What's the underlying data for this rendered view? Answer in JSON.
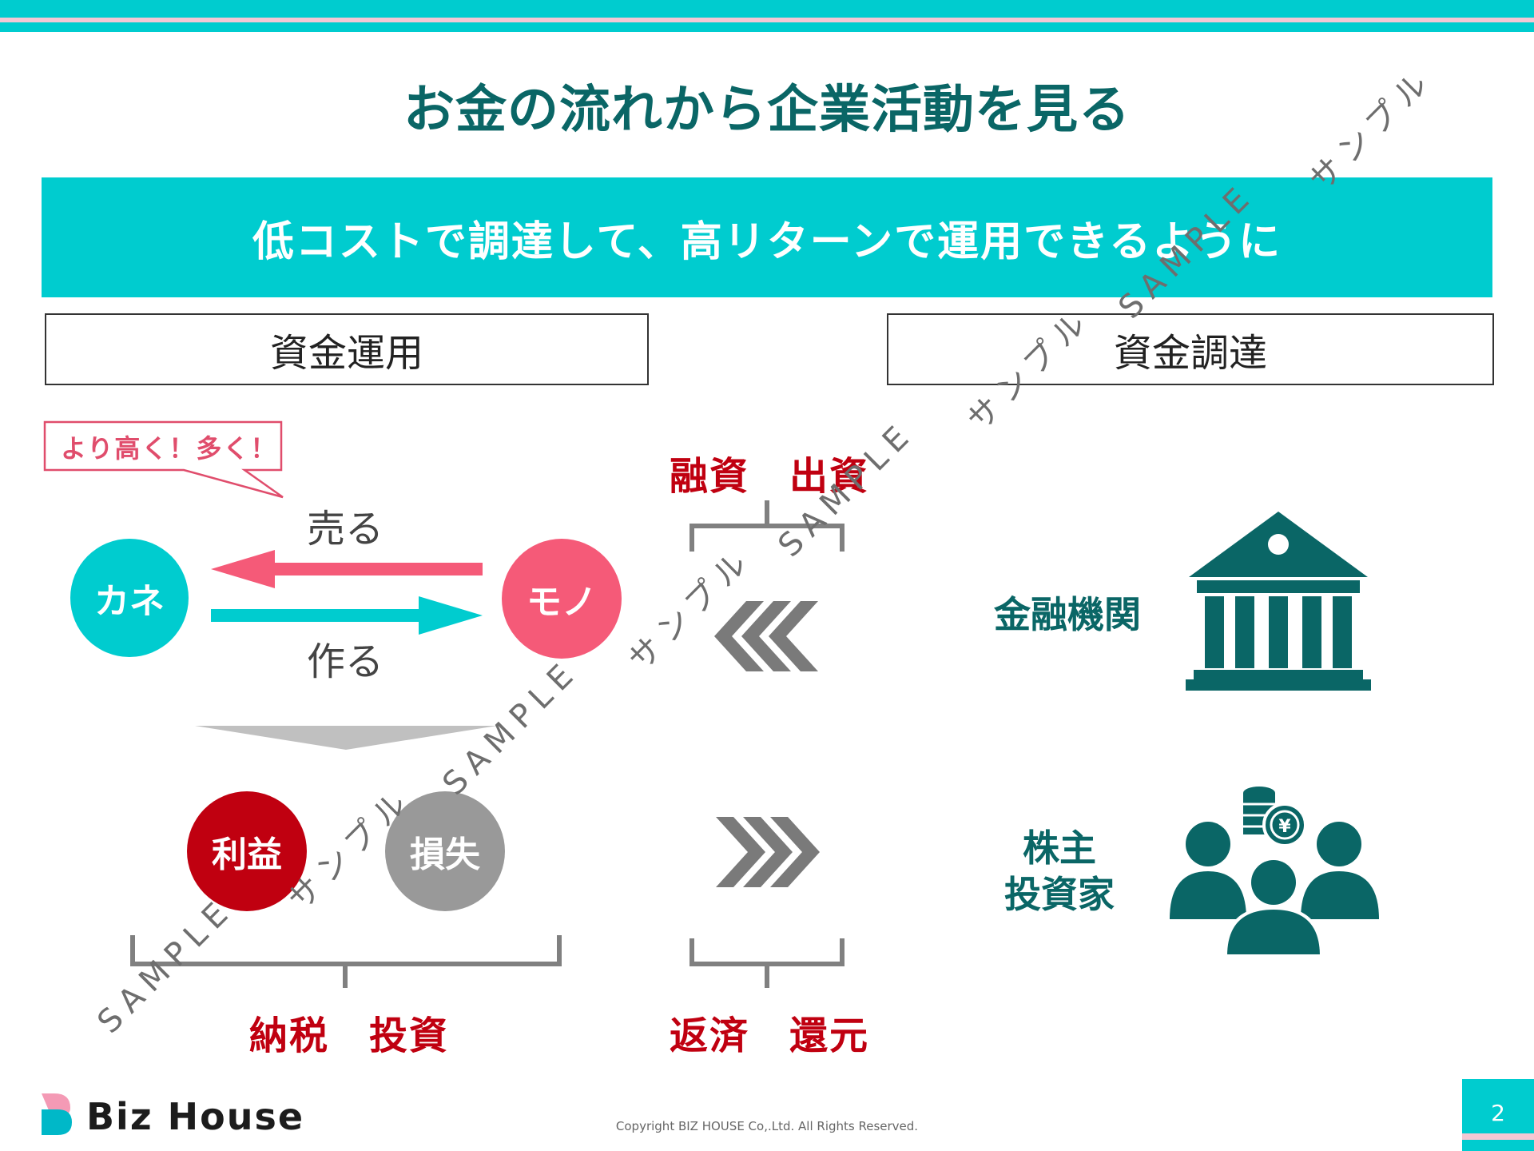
{
  "header": {
    "title": "お金の流れから企業活動を見る",
    "banner": "低コストで調達して、高リターンで運用できるように"
  },
  "sections": {
    "left_title": "資金運用",
    "right_title": "資金調達"
  },
  "left_diagram": {
    "bubble": "より高く！多く！",
    "sell_label": "売る",
    "make_label": "作る",
    "money": "カネ",
    "goods": "モノ",
    "profit": "利益",
    "loss": "損失",
    "bottom_label": "納税　投資"
  },
  "middle_diagram": {
    "top_label": "融資　出資",
    "bottom_label": "返済　還元"
  },
  "right_diagram": {
    "bank_label": "金融機関",
    "investor_label_1": "株主",
    "investor_label_2": "投資家",
    "bank_icon": "bank-icon",
    "investor_icon": "investors-icon"
  },
  "watermarks": {
    "sample": "SAMPLE",
    "sample_kana": "サンプル"
  },
  "footer": {
    "logo": "Biz House",
    "copyright": "Copyright BIZ HOUSE Co,.Ltd. All Rights Reserved.",
    "page_number": "2"
  },
  "colors": {
    "teal": "#00cccf",
    "dark_teal": "#0a6666",
    "pink": "#f55a78",
    "red": "#c00010",
    "gray": "#999999"
  }
}
